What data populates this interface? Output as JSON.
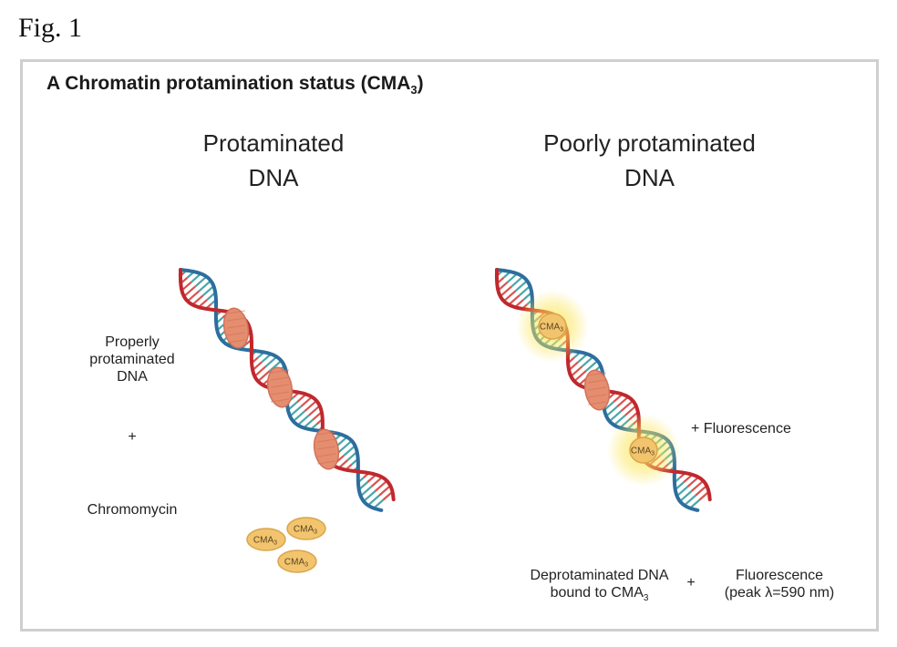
{
  "figure_label": "Fig. 1",
  "panel": {
    "letter": "A",
    "title_main": "Chromatin protamination status (CMA",
    "title_sub": "3",
    "title_close": ")"
  },
  "left": {
    "title_line1": "Protaminated",
    "title_line2": "DNA",
    "label_line1": "Properly",
    "label_line2": "protaminated",
    "label_line3": "DNA",
    "plus": "+",
    "chromomycin": "Chromomycin",
    "molecule_label": "CMA",
    "molecule_sub": "3"
  },
  "right": {
    "title_line1": "Poorly protaminated",
    "title_line2": "DNA",
    "plus_fluorescence": "+  Fluorescence",
    "bottom_left_line1": "Deprotaminated DNA",
    "bottom_left_line2": "bound to CMA",
    "bottom_left_sub": "3",
    "bottom_plus": "+",
    "bottom_right_line1": "Fluorescence",
    "bottom_right_line2": "(peak λ=590 nm)"
  },
  "colors": {
    "strand_red": "#c0282d",
    "strand_blue": "#2c6e9e",
    "protamine": "#e58d6f",
    "cma_fill": "#f2c46e",
    "cma_stroke": "#d9a54a",
    "glow": "#fbe65a"
  }
}
